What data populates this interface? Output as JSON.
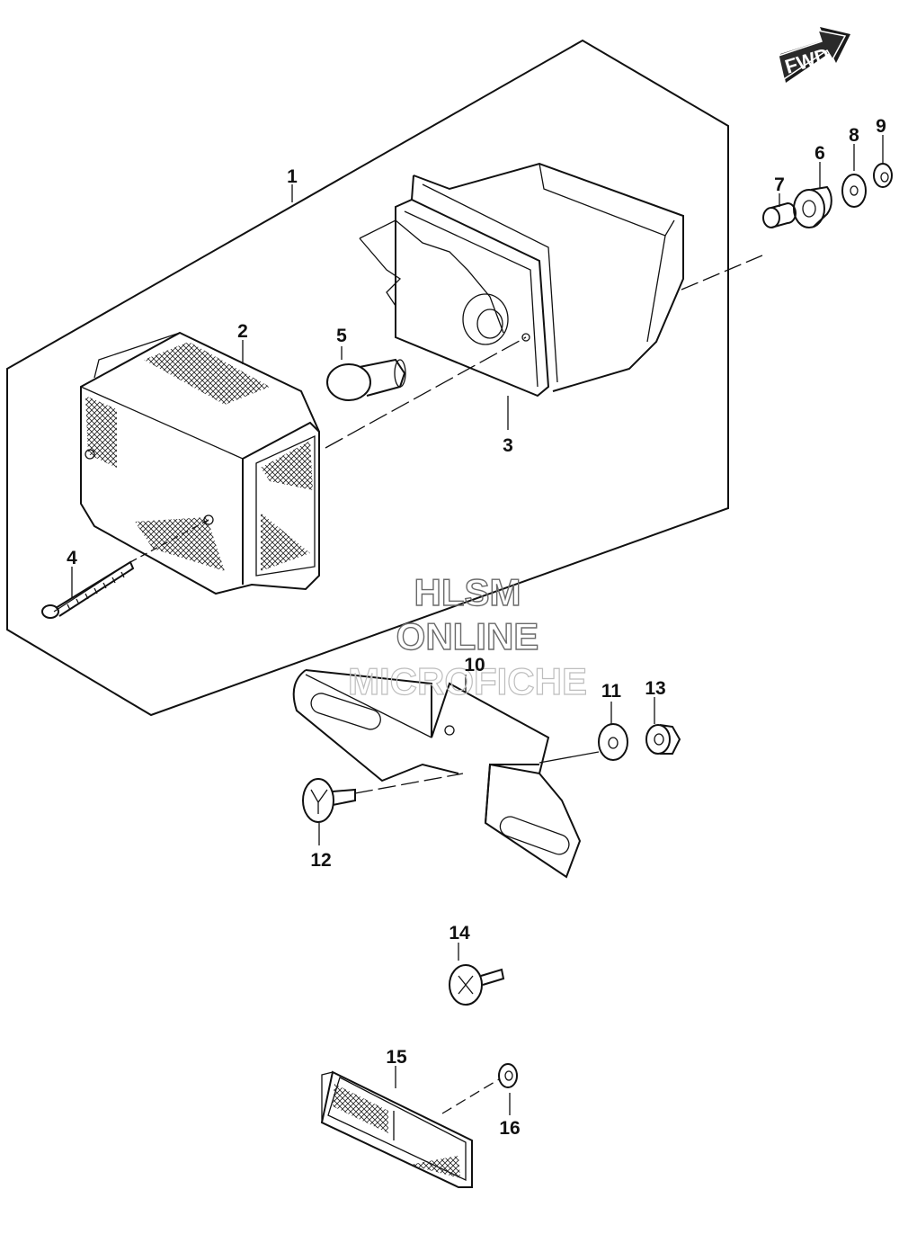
{
  "fwd_arrow": {
    "text": "FWD"
  },
  "watermark": {
    "line1": "HLSM",
    "line2": "ONLINE",
    "line3": "MICROFICHE"
  },
  "callouts": [
    {
      "id": "1",
      "text": "1"
    },
    {
      "id": "2",
      "text": "2"
    },
    {
      "id": "3",
      "text": "3"
    },
    {
      "id": "4",
      "text": "4"
    },
    {
      "id": "5",
      "text": "5"
    },
    {
      "id": "6",
      "text": "6"
    },
    {
      "id": "7",
      "text": "7"
    },
    {
      "id": "8",
      "text": "8"
    },
    {
      "id": "9",
      "text": "9"
    },
    {
      "id": "10",
      "text": "10"
    },
    {
      "id": "11",
      "text": "11"
    },
    {
      "id": "12",
      "text": "12"
    },
    {
      "id": "13",
      "text": "13"
    },
    {
      "id": "14",
      "text": "14"
    },
    {
      "id": "15",
      "text": "15"
    },
    {
      "id": "16",
      "text": "16"
    }
  ]
}
